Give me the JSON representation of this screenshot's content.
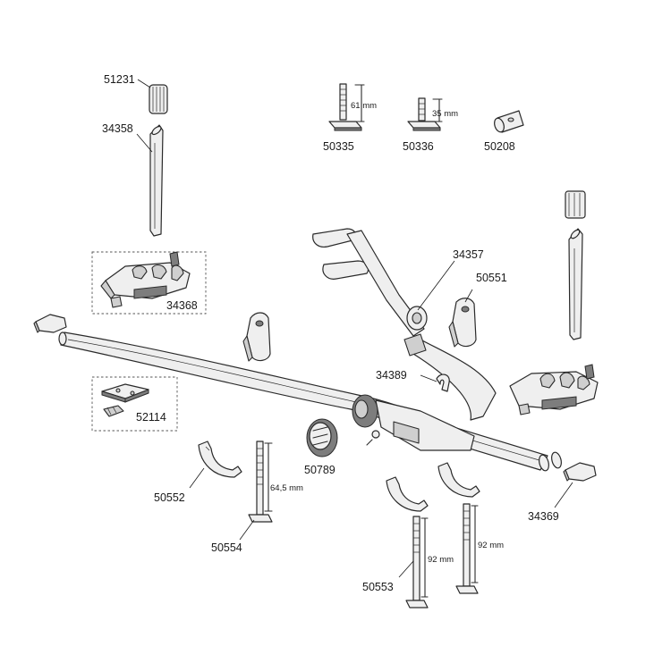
{
  "diagram": {
    "parts": [
      {
        "number": "51231"
      },
      {
        "number": "34358"
      },
      {
        "number": "50335",
        "dimension": "61 mm"
      },
      {
        "number": "50336",
        "dimension": "35 mm"
      },
      {
        "number": "50208"
      },
      {
        "number": "34357"
      },
      {
        "number": "50551"
      },
      {
        "number": "34368"
      },
      {
        "number": "34389"
      },
      {
        "number": "52114"
      },
      {
        "number": "50789"
      },
      {
        "number": "50552"
      },
      {
        "number": "50554",
        "dimension": "64,5 mm"
      },
      {
        "number": "50553",
        "dimension": "92 mm"
      },
      {
        "number": "34369"
      }
    ],
    "extra_dimension": "92 mm"
  }
}
